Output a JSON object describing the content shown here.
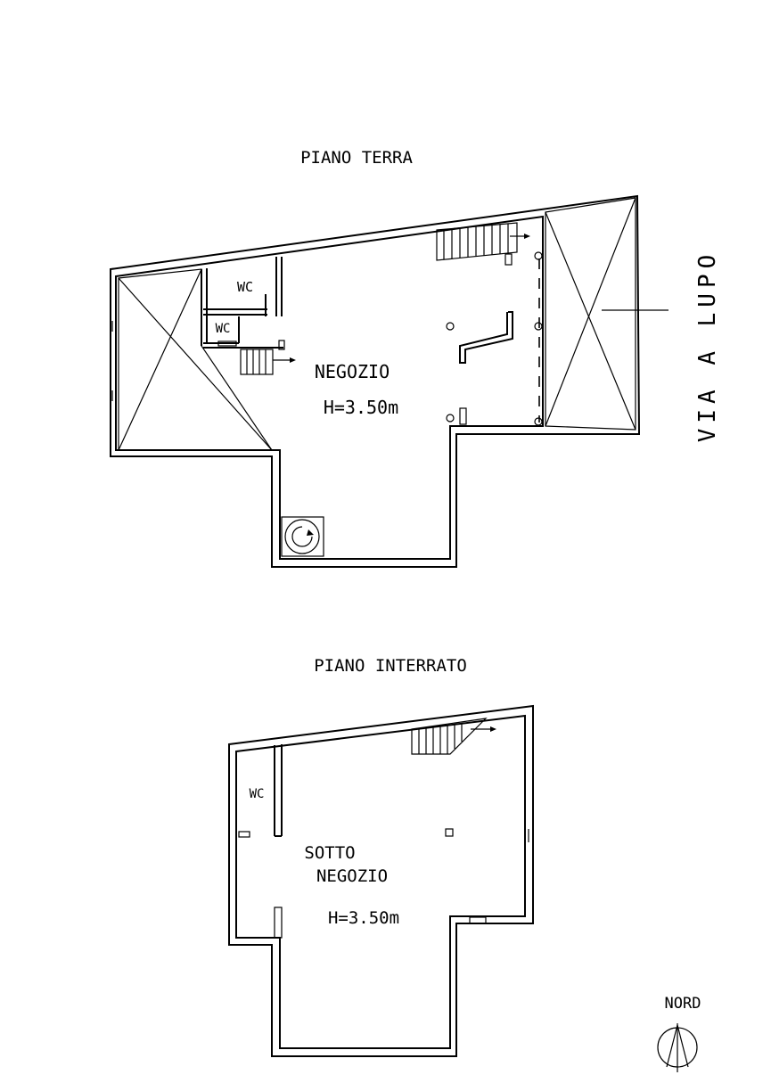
{
  "ground_floor": {
    "title": "PIANO TERRA",
    "room_name": "NEGOZIO",
    "height": "H=3.50m",
    "wc_upper": "WC",
    "wc_lower": "WC",
    "street": "VIA A LUPO"
  },
  "basement": {
    "title": "PIANO INTERRATO",
    "room_line1": "SOTTO",
    "room_line2": "NEGOZIO",
    "height": "H=3.50m",
    "wc": "WC"
  },
  "north": {
    "label": "NORD"
  }
}
